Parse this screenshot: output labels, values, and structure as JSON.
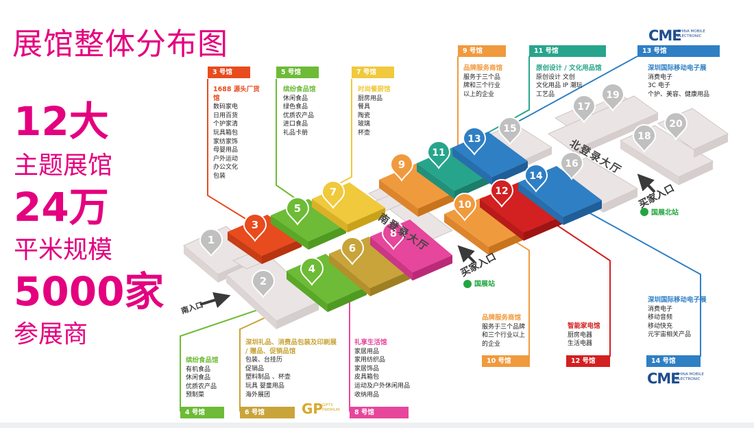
{
  "title": "展馆整体分布图",
  "stats": [
    {
      "text": "12大",
      "size": "big"
    },
    {
      "text": "主题展馆",
      "size": "mid"
    },
    {
      "text": "24万",
      "size": "big"
    },
    {
      "text": "平米规模",
      "size": "mid"
    },
    {
      "text": "5000家",
      "size": "big"
    },
    {
      "text": "参展商",
      "size": "mid"
    }
  ],
  "colors": {
    "brand_pink": "#e4007f",
    "h3": "#e84b1d",
    "h4": "#6dbb36",
    "h5": "#6dbb36",
    "h6": "#c8a43a",
    "h7": "#f0c93c",
    "h8": "#e6469b",
    "h9": "#f09a3e",
    "h10": "#f09a3e",
    "h11": "#27a58c",
    "h12": "#d32020",
    "h13": "#2f7fc4",
    "h14": "#2f7fc4",
    "grey_hall": "#ebe4e4",
    "grey_pin": "#c0c0c0"
  },
  "halls": [
    {
      "num": "1",
      "kind": "grey"
    },
    {
      "num": "2",
      "kind": "grey"
    },
    {
      "num": "3",
      "kind": "color"
    },
    {
      "num": "4",
      "kind": "color"
    },
    {
      "num": "5",
      "kind": "color"
    },
    {
      "num": "6",
      "kind": "color"
    },
    {
      "num": "7",
      "kind": "color"
    },
    {
      "num": "8",
      "kind": "color"
    },
    {
      "num": "9",
      "kind": "color"
    },
    {
      "num": "10",
      "kind": "color"
    },
    {
      "num": "11",
      "kind": "color"
    },
    {
      "num": "12",
      "kind": "color"
    },
    {
      "num": "13",
      "kind": "color"
    },
    {
      "num": "14",
      "kind": "color"
    },
    {
      "num": "15",
      "kind": "grey"
    },
    {
      "num": "16",
      "kind": "grey"
    },
    {
      "num": "17",
      "kind": "grey"
    },
    {
      "num": "18",
      "kind": "grey"
    },
    {
      "num": "19",
      "kind": "grey"
    },
    {
      "num": "20",
      "kind": "grey"
    }
  ],
  "labels": {
    "south_hall": "南登录大厅",
    "north_hall": "北登录大厅",
    "south_entrance": "南入口",
    "buyer_entrance_1": "买家入口",
    "buyer_entrance_2": "买家入口",
    "station_1": "国展站",
    "station_2": "国展北站"
  },
  "cards": [
    {
      "id": "h3",
      "tag": "3 号馆",
      "head": "1688 源头厂货馆",
      "items": [
        "数码家电",
        "日用百货",
        "个护家清",
        "玩具箱包",
        "家纺家饰",
        "母婴用品",
        "户外运动",
        "办公文化",
        "包装"
      ]
    },
    {
      "id": "h5",
      "tag": "5 号馆",
      "head": "缤纷食品馆",
      "items": [
        "休闲食品",
        "绿色食品",
        "优质农产品",
        "进口食品",
        "礼品卡册"
      ]
    },
    {
      "id": "h7",
      "tag": "7 号馆",
      "head": "时尚餐厨馆",
      "items": [
        "厨房用品",
        "餐具",
        "陶瓷",
        "玻璃",
        "杯壶"
      ]
    },
    {
      "id": "h9",
      "tag": "9 号馆",
      "head": "品牌服务商馆",
      "items": [
        "服务于三个品",
        "牌和三个行业",
        "以上的企业"
      ]
    },
    {
      "id": "h11",
      "tag": "11 号馆",
      "head": "原创设计 / 文化用品馆",
      "items": [
        "原创设计  文创",
        "文化用品  IP 潮玩",
        "工艺品"
      ]
    },
    {
      "id": "h13",
      "tag": "13 号馆",
      "head": "深圳国际移动电子展",
      "items": [
        "消费电子",
        "3C 电子",
        "个护、美容、健康用品"
      ]
    },
    {
      "id": "h4",
      "tag": "4 号馆",
      "head": "缤纷食品馆",
      "items": [
        "有机食品",
        "休闲食品",
        "优质农产品",
        "预制菜"
      ]
    },
    {
      "id": "h6",
      "tag": "6 号馆",
      "head": "深圳礼品、消费品包装及印刷展 / 赠品、促销品馆",
      "items": [
        "包装、台挂历",
        "促销品",
        "塑料制品 、杯壶",
        "玩具  婴童用品",
        "海外展团"
      ]
    },
    {
      "id": "h8",
      "tag": "8 号馆",
      "head": "礼享生活馆",
      "items": [
        "家居用品",
        "家用纺织品",
        "家居饰品",
        "皮具箱包",
        "运动及户外休闲用品",
        "收纳用品"
      ]
    },
    {
      "id": "h10",
      "tag": "10 号馆",
      "head": "品牌服务商馆",
      "items": [
        "服务于三个品牌",
        "和三个行业以上",
        "的企业"
      ]
    },
    {
      "id": "h12",
      "tag": "12 号馆",
      "head": "智能家电馆",
      "items": [
        "厨房电器",
        "生活电器"
      ]
    },
    {
      "id": "h14",
      "tag": "14 号馆",
      "head": "深圳国际移动电子展",
      "items": [
        "消费电子",
        "移动音频",
        "移动快充",
        "元宇宙相关产品"
      ]
    }
  ],
  "logo": {
    "mark": "CME",
    "text": "CHINA MOBILE ELECTRONIC"
  },
  "gifts_logo": {
    "mark": "GP",
    "text": "GIFTS PREMIUM"
  }
}
